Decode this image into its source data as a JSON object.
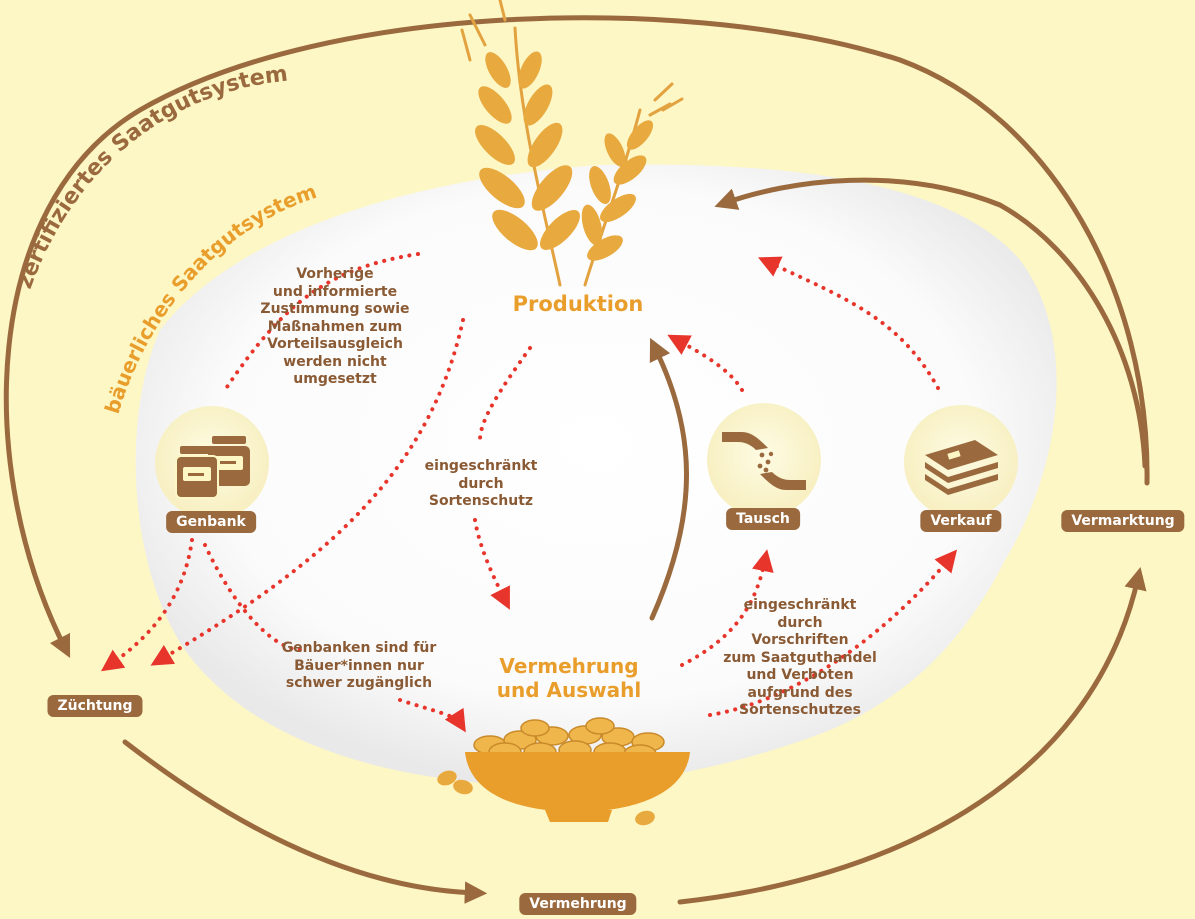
{
  "diagram": {
    "outer_system_label": "zertifiziertes Saatgutsystem",
    "inner_system_label": "bäuerliches Saatgutsystem",
    "stages": {
      "production": "Produktion",
      "multiplication_selection": "Vermehrung\nund Auswahl"
    },
    "nodes": {
      "genbank": "Genbank",
      "tausch": "Tausch",
      "verkauf": "Verkauf",
      "vermarktung": "Vermarktung",
      "zuechtung": "Züchtung",
      "vermehrung": "Vermehrung"
    },
    "notes": {
      "consent": "Vorherige\nund informierte\nZustimmung sowie\nMaßnahmen zum\nVorteilsausgleich\nwerden nicht\numgesetzt",
      "variety_protection": "eingeschränkt\ndurch\nSortenschutz",
      "genbank_access": "Genbanken sind für\nBäuer*innen nur\nschwer zugänglich",
      "trade_rules": "eingeschränkt\ndurch\nVorschriften\nzum Saatguthandel\nund Verboten\naufgrund des\nSortenschutzes"
    },
    "colors": {
      "background": "#fdf6c5",
      "inner_area": "#ffffff",
      "brown": "#9a6a3e",
      "orange": "#e99e2c",
      "red_dotted": "#e8352b",
      "grain": "#e8a93e",
      "icon_bg": "#fdf6c5"
    },
    "icons": [
      "wheat-icon",
      "seed-bowl-icon",
      "seed-jars-icon",
      "seed-exchange-hands-icon",
      "money-stack-icon"
    ]
  }
}
